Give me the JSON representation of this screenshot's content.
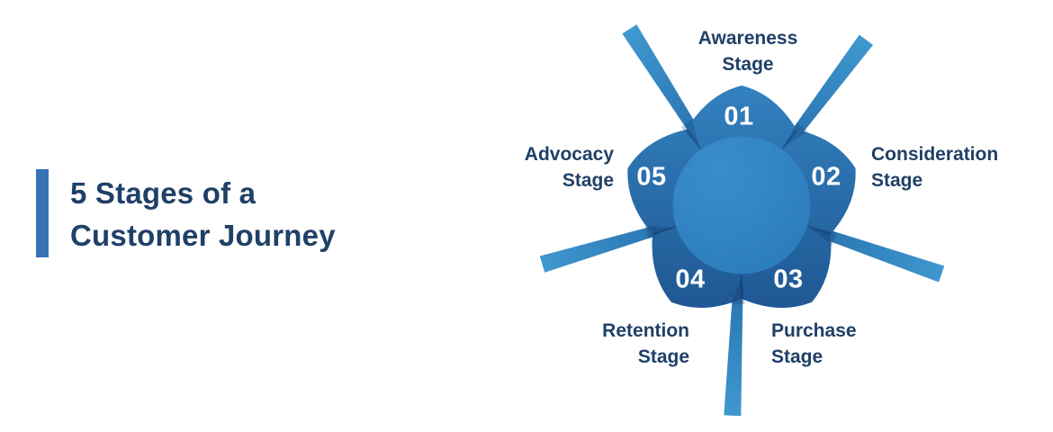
{
  "title": {
    "line1": "5 Stages of a",
    "line2": "Customer Journey"
  },
  "diagram": {
    "stages": [
      {
        "number": "01",
        "label_line1": "Awareness",
        "label_line2": "Stage",
        "position": "top"
      },
      {
        "number": "02",
        "label_line1": "Consideration",
        "label_line2": "Stage",
        "position": "right"
      },
      {
        "number": "03",
        "label_line1": "Purchase",
        "label_line2": "Stage",
        "position": "bottom-right"
      },
      {
        "number": "04",
        "label_line1": "Retention",
        "label_line2": "Stage",
        "position": "bottom-left"
      },
      {
        "number": "05",
        "label_line1": "Advocacy",
        "label_line2": "Stage",
        "position": "left"
      }
    ]
  },
  "colors": {
    "background": "#ffffff",
    "title_text": "#1f4067",
    "accent_bar": "#3674b5",
    "label_text": "#1f4067",
    "number_text": "#ffffff",
    "ring_top": "#3381bf",
    "ring_bottom": "#1f5894",
    "center_top": "#3a8dca",
    "center_bottom": "#2979b9",
    "ray_inner": "#2b76b3",
    "ray_tip": "#3f98cf",
    "seam": "rgba(13,52,97,0.35)",
    "notch_shadow": "rgba(10,40,80,0.22)"
  }
}
